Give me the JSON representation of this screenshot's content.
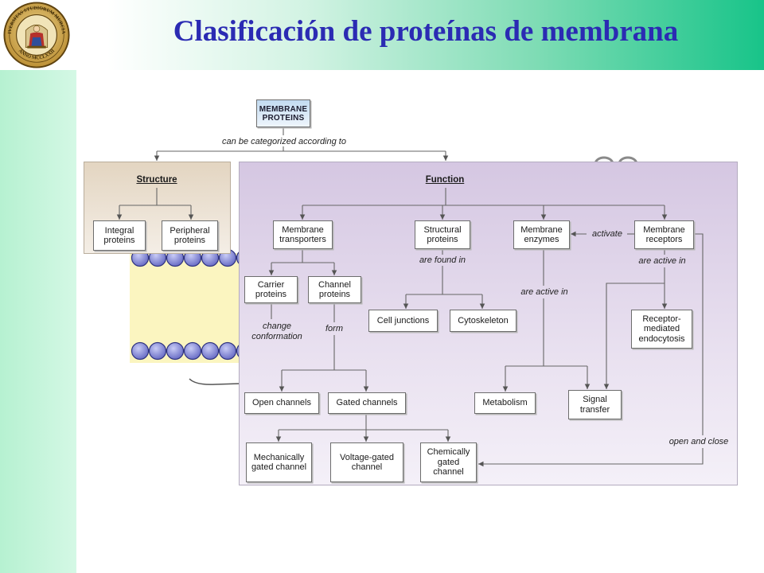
{
  "slide": {
    "title": "Clasificación de proteínas de membrana"
  },
  "logo": {
    "icon": "university-seal-icon",
    "text_top": "UNIVERSITAS STUDIORUM MURCIANA",
    "text_bottom": "ANNO MCCLXXII"
  },
  "colors": {
    "title": "#2b2bb3",
    "header_gradient_end": "#18c489",
    "left_bar": "#b6f1d1",
    "structure_panel": "#e3d5c1",
    "function_panel": "#d5c7e2",
    "membrane_fill": "#fbf5c0",
    "lipid_head": "#7d81d4"
  },
  "diagram": {
    "root": "MEMBRANE PROTEINS",
    "categorized": "can be categorized according to",
    "structure": {
      "label": "Structure",
      "integral": "Integral proteins",
      "peripheral": "Peripheral proteins"
    },
    "function": {
      "label": "Function",
      "transporters": "Membrane transporters",
      "structural": "Structural proteins",
      "enzymes": "Membrane enzymes",
      "receptors": "Membrane receptors",
      "carrier": "Carrier proteins",
      "channel": "Channel proteins",
      "cell_junctions": "Cell junctions",
      "cytoskeleton": "Cytoskeleton",
      "endocytosis": "Receptor-mediated endocytosis",
      "open_channels": "Open channels",
      "gated_channels": "Gated channels",
      "metabolism": "Metabolism",
      "signal_transfer": "Signal transfer",
      "mechanically_gated": "Mechanically gated channel",
      "voltage_gated": "Voltage-gated channel",
      "chemically_gated": "Chemically gated channel"
    },
    "relations": {
      "activate": "activate",
      "found_in": "are found in",
      "enzymes_active_in": "are active in",
      "receptors_active_in": "are active in",
      "change_conformation": "change conformation",
      "form": "form",
      "open_and_close": "open and close"
    }
  }
}
